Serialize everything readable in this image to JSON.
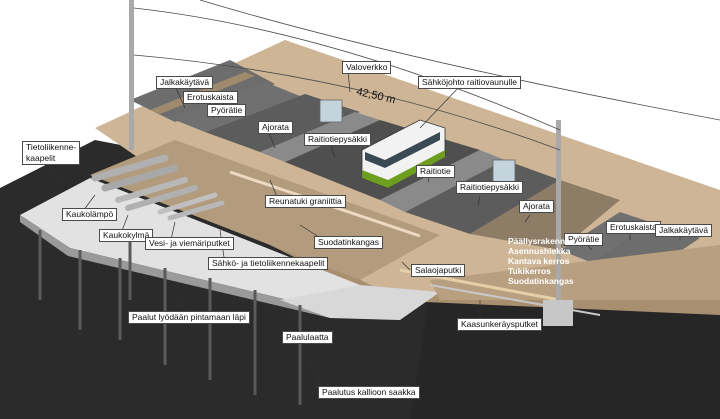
{
  "dimension": "42,50 m",
  "labels": {
    "valoverkko": "Valoverkko",
    "sahkojohto": "Sähköjohto raitiovaunulle",
    "jalkakaytava_left": "Jalkakäytävä",
    "erotuskaista_left": "Erotuskaista",
    "pyoratie_left": "Pyörätie",
    "ajorata_left": "Ajorata",
    "raitiotiepysakki_left": "Raitiotiepysäkki",
    "raitiotie": "Raitiotie",
    "raitiotiepysakki_right": "Raitiotiepysäkki",
    "ajorata_right": "Ajorata",
    "pyoratie_right": "Pyörätie",
    "erotuskaista_right": "Erotuskaista",
    "jalkakaytava_right": "Jalkakäytävä",
    "tietoliikennekaapelit": "Tietoliikenne-\nkaapelit",
    "kaukolampo": "Kaukolämpö",
    "kaukokylma": "Kaukokylmä",
    "vesi_viemari": "Vesi- ja viemäriputket",
    "sahko_tietoliikenne": "Sähkö- ja tietoliikennekaapelit",
    "reunatuki": "Reunatuki graniittia",
    "suodatinkangas": "Suodatinkangas",
    "salaojaputki": "Salaojaputki",
    "kaasunkerays": "Kaasunkeräysputket",
    "paalut_lyodaan": "Paalut lyödään pintamaan läpi",
    "paalulaatta": "Paalulaatta",
    "paalutus_kallioon": "Paalutus kallioon saakka"
  },
  "structure_layers": [
    "Päällysrakenne",
    "Asennushiekka",
    "Kantava kerros",
    "Tukikerros",
    "Suodatinkangas"
  ]
}
